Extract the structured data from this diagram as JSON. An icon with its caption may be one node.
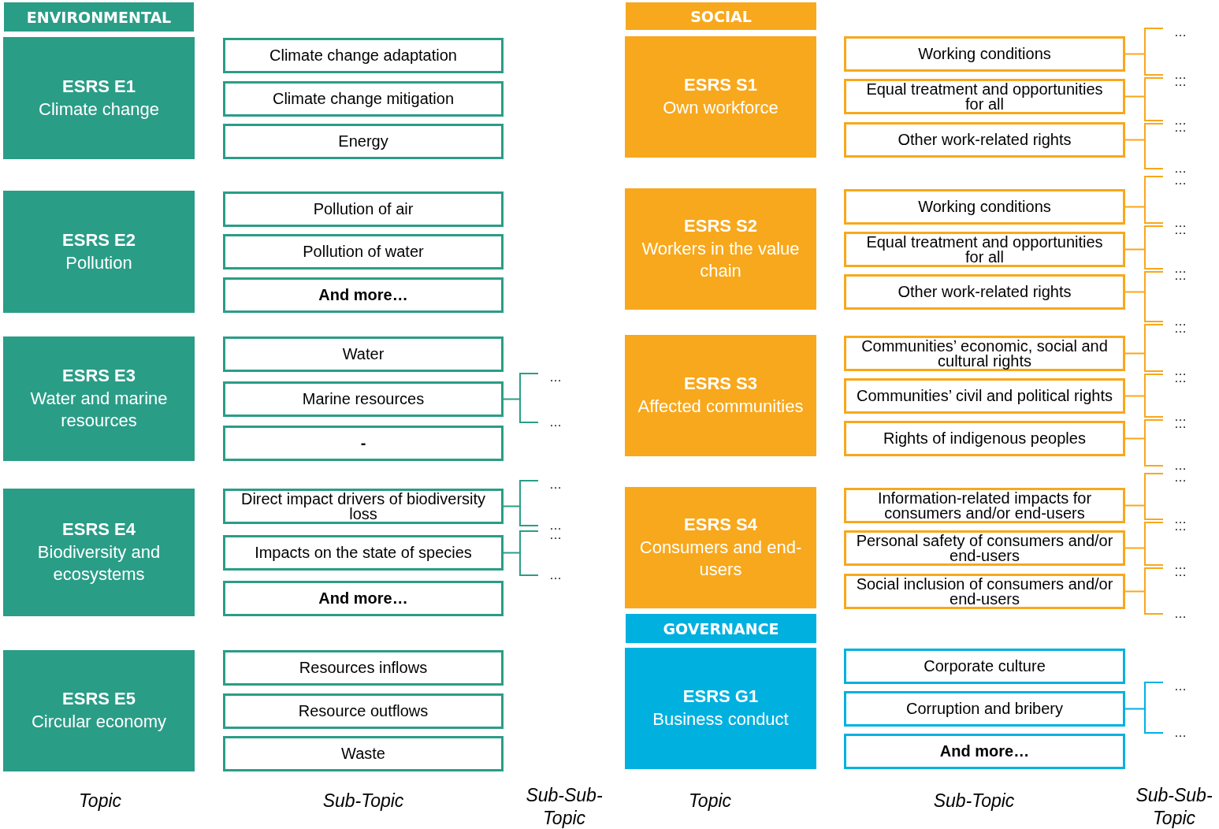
{
  "diagram": {
    "nodes": [
      {
        "text": [
          "ENVIRONMENTAL"
        ]
      },
      {
        "text": [
          "ESRS E1",
          "Climate change"
        ]
      },
      {
        "text": [
          "Climate change adaptation"
        ]
      },
      {
        "text": [
          "Climate change mitigation"
        ]
      },
      {
        "text": [
          "Energy"
        ]
      },
      {
        "text": [
          "ESRS E2",
          "Pollution"
        ]
      },
      {
        "text": [
          "Pollution of air"
        ]
      },
      {
        "text": [
          "Pollution of water"
        ]
      },
      {
        "text": [
          "And more…"
        ]
      },
      {
        "text": [
          "ESRS E3",
          "Water and marine resources"
        ]
      },
      {
        "text": [
          "Water"
        ]
      },
      {
        "text": [
          "Marine resources"
        ]
      },
      {
        "text": [
          "-"
        ]
      },
      {
        "text": [
          "ESRS E4",
          "Biodiversity and ecosystems"
        ]
      },
      {
        "text": [
          "Direct impact drivers of biodiversity loss"
        ]
      },
      {
        "text": [
          "Impacts on the state of species"
        ]
      },
      {
        "text": [
          "And more…"
        ]
      },
      {
        "text": [
          "ESRS E5",
          "Circular economy"
        ]
      },
      {
        "text": [
          "Resources inflows"
        ]
      },
      {
        "text": [
          "Resource outflows"
        ]
      },
      {
        "text": [
          "Waste"
        ]
      },
      {
        "text": [
          "SOCIAL"
        ]
      },
      {
        "text": [
          "ESRS S1",
          "Own workforce"
        ]
      },
      {
        "text": [
          "Working conditions"
        ]
      },
      {
        "text": [
          "Equal treatment and opportunities for all"
        ]
      },
      {
        "text": [
          "Other work-related rights"
        ]
      },
      {
        "text": [
          "ESRS S2",
          "Workers in the value chain"
        ]
      },
      {
        "text": [
          "Working conditions"
        ]
      },
      {
        "text": [
          "Equal treatment and opportunities for all"
        ]
      },
      {
        "text": [
          "Other work-related rights"
        ]
      },
      {
        "text": [
          "ESRS S3",
          "Affected communities"
        ]
      },
      {
        "text": [
          "Communities’ economic, social and cultural rights"
        ]
      },
      {
        "text": [
          "Communities’ civil and political rights"
        ]
      },
      {
        "text": [
          "Rights of indigenous peoples"
        ]
      },
      {
        "text": [
          "ESRS S4",
          "Consumers and end-users"
        ]
      },
      {
        "text": [
          "Information-related impacts for consumers and/or end-users"
        ]
      },
      {
        "text": [
          "Personal safety of consumers and/or end-users"
        ]
      },
      {
        "text": [
          "Social inclusion of consumers and/or end-users"
        ]
      },
      {
        "text": [
          "GOVERNANCE"
        ]
      },
      {
        "text": [
          "ESRS G1",
          "Business conduct"
        ]
      },
      {
        "text": [
          "Corporate culture"
        ]
      },
      {
        "text": [
          "Corruption and bribery"
        ]
      },
      {
        "text": [
          "And more…"
        ]
      }
    ],
    "labels": [
      "…",
      "…",
      "…",
      "…",
      "…",
      "…",
      "…",
      "…",
      "…",
      "…",
      "…",
      "…",
      "…",
      "…",
      "…",
      "…",
      "…",
      "…",
      "…",
      "…",
      "…",
      "…",
      "…",
      "…",
      "…",
      "…",
      "…",
      "…",
      "…",
      "…",
      "…",
      "…",
      "Topic",
      "Sub-Topic",
      "Sub-Sub-Topic",
      "Topic",
      "Sub-Topic",
      "Sub-Sub-Topic"
    ]
  }
}
